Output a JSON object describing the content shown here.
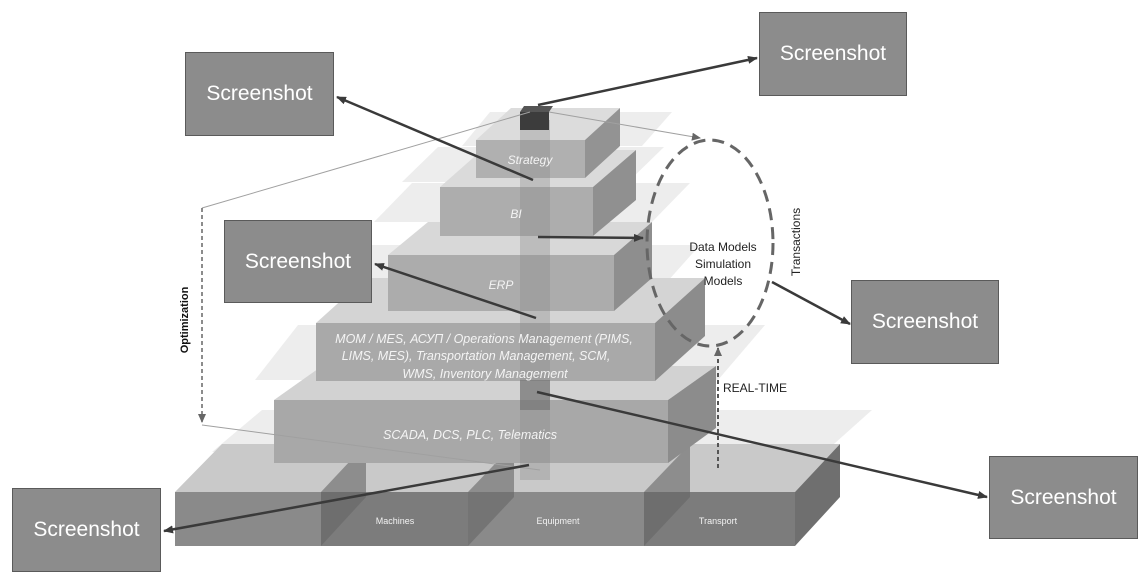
{
  "screenshot_label": "Screenshot",
  "layers": {
    "strategy": "Strategy",
    "bi": "BI",
    "erp": "ERP",
    "mom_line1": "MOM / MES, АСУП / Operations Management (PIMS,",
    "mom_line2": "LIMS, MES), Transportation Management, SCM,",
    "mom_line3": "WMS, Inventory Management",
    "scada": "SCADA, DCS, PLC, Telematics"
  },
  "base": {
    "machines": "Machines",
    "equipment": "Equipment",
    "transport": "Transport"
  },
  "annotations": {
    "models_line1": "Data Models",
    "models_line2": "Simulation",
    "models_line3": "Models",
    "transactions": "Transactions",
    "optimization": "Optimization",
    "real_time": "REAL-TIME"
  }
}
